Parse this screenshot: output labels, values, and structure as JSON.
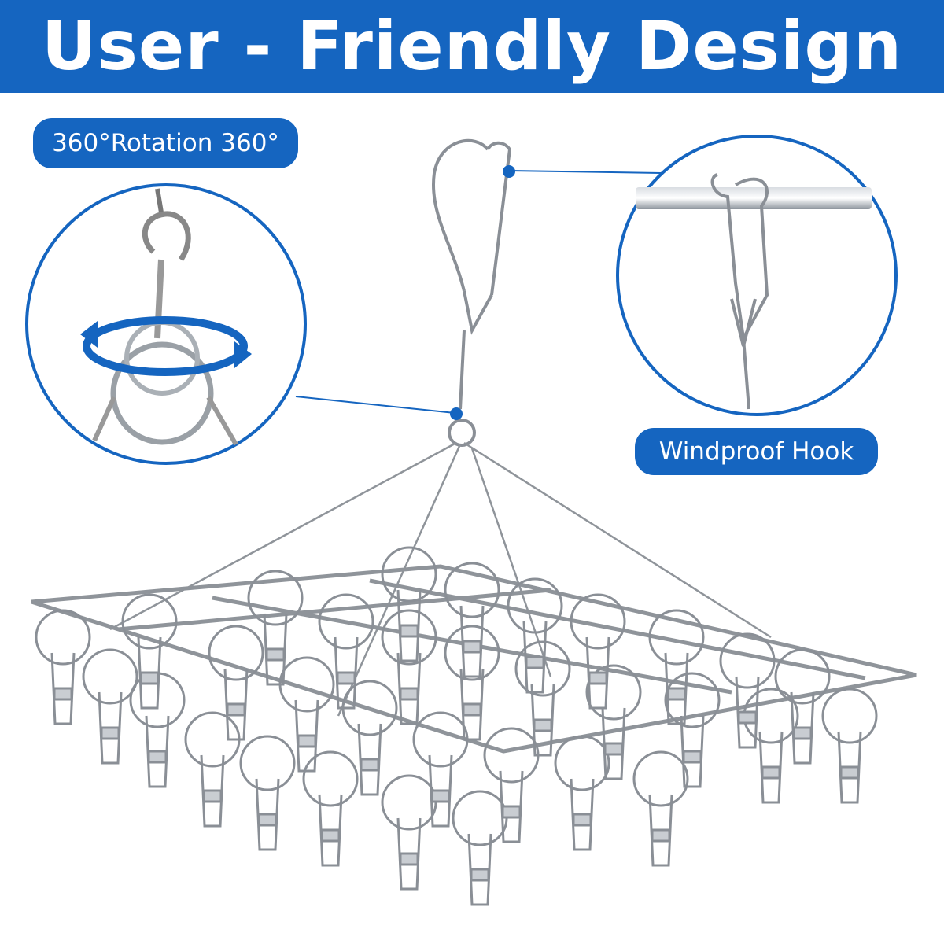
{
  "header": {
    "title": "User - Friendly Design"
  },
  "labels": {
    "rotation": "360°Rotation 360°",
    "windproof": "Windproof Hook"
  },
  "colors": {
    "brand_blue": "#1565c0",
    "steel": "#8a8f96",
    "white": "#ffffff"
  },
  "icons": [
    "rotation-arrow-icon",
    "callout-dot-icon"
  ]
}
